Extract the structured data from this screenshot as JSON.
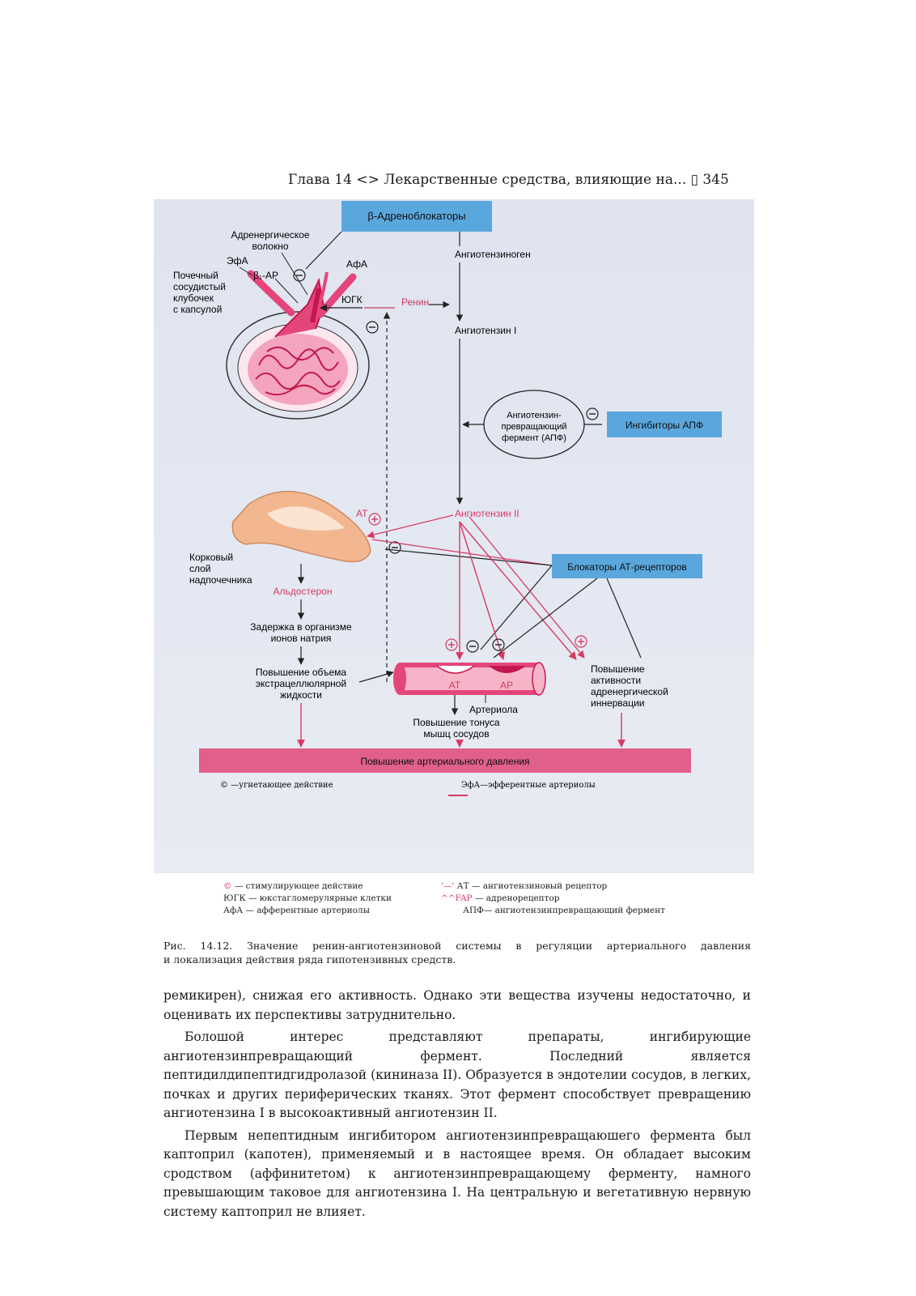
{
  "header": {
    "text": "Глава 14 <> Лекарственные средства, влияющие на... ▯ 345"
  },
  "figure": {
    "boxes": {
      "beta_blockers": "β-Адреноблокаторы",
      "ace_inhibitors": "Ингибиторы АПФ",
      "at_blockers": "Блокаторы АТ-рецепторов",
      "bp_increase": "Повышение артериального давления"
    },
    "labels": {
      "adrenergic_fiber_1": "Адренергическое",
      "adrenergic_fiber_2": "волокно",
      "efa": "ЭфА",
      "afa": "АфА",
      "b1ar": "β₁-АР",
      "glomerulus_1": "Почечный",
      "glomerulus_2": "сосудистый",
      "glomerulus_3": "клубочек",
      "glomerulus_4": "с капсулой",
      "jgc": "ЮГК",
      "renin": "Ренин",
      "angiotensinogen": "Ангиотензиноген",
      "angiotensin1": "Ангиотензин I",
      "ace_1": "Ангиотензин-",
      "ace_2": "превращающий",
      "ace_3": "фермент (АПФ)",
      "angiotensin2": "Ангиотензин II",
      "at_adrenal": "АТ",
      "cortex_1": "Корковый",
      "cortex_2": "слой",
      "cortex_3": "надпочечника",
      "aldosterone": "Альдостерон",
      "sodium_1": "Задержка в организме",
      "sodium_2": "ионов натрия",
      "volume_1": "Повышение объема",
      "volume_2": "экстрацеллюлярной",
      "volume_3": "жидкости",
      "at_vessel": "АТ",
      "ar_vessel": "АР",
      "arteriole": "Артериола",
      "tone_1": "Повышение тонуса",
      "tone_2": "мышц сосудов",
      "adrenergic_act_1": "Повышение",
      "adrenergic_act_2": "активности",
      "adrenergic_act_3": "адренергической",
      "adrenergic_act_4": "иннервации"
    },
    "inner_legend": {
      "inhibit": "© —угнетающее действие",
      "efa": "ЭфА—эфферентные артериолы"
    }
  },
  "legend": {
    "stim_symbol": "©",
    "stim_text": " — стимулирующее действие",
    "jgc": "ЮГК — юкстагломерулярные клетки",
    "afa": "АфА — афферентные артериолы",
    "at_symbol": "'—'",
    "at_text": " АТ — ангиотензиновый рецептор",
    "ar_symbol": "^^FAP",
    "ar_text": " — адренорецептор",
    "ace": "АПФ— ангиотензинпревращающий фермент"
  },
  "caption": {
    "line1": "Рис. 14.12. Значение ренин-ангиотензиновой системы в регуляции артериального давления",
    "line2": "и локализация действия ряда гипотензивных средств."
  },
  "body": {
    "p1": "ремикирен), снижая его активность. Однако эти вещества изучены недостаточно, и оценивать их перспективы затруднительно.",
    "p2": "Болошой интерес представляют препараты, ингибирующие ангиотензинпревращающий фермент. Последний является пептидилдипептидгидролазой (кининаза II). Образуется в эндотелии сосудов, в легких, почках и других периферических тканях. Этот фермент способствует превращению ангиотензина I в высокоактивный ангиотензин II.",
    "p3": "Первым непептидным ингибитором ангиотензинпревращаюшего фермента был каптоприл (капотен), применяемый и в настоящее время. Он обладает высоким сродством (аффинитетом) к ангиотензинпревращающему ферменту, намного превышающим таковое для ангиотензина I. На центральную и вегетативную нервную систему каптоприл не влияет."
  },
  "colors": {
    "blue_box": "#5aa7dd",
    "pink": "#d63a63",
    "pink_band": "#e0608a",
    "adrenal": "#f2b790",
    "figure_bg": "#e2e6f1"
  }
}
